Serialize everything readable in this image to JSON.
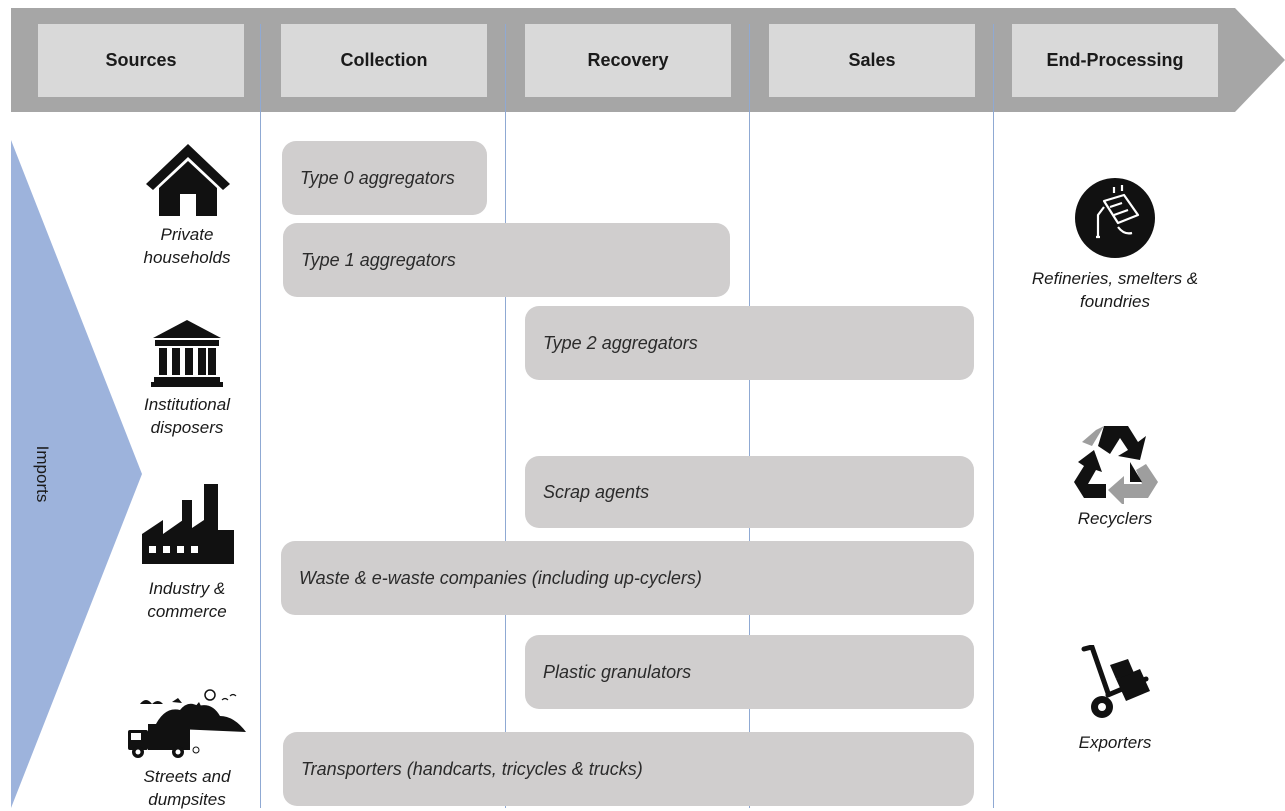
{
  "stages": [
    {
      "label": "Sources"
    },
    {
      "label": "Collection"
    },
    {
      "label": "Recovery"
    },
    {
      "label": "Sales"
    },
    {
      "label": "End-Processing"
    }
  ],
  "imports_label": "Imports",
  "sources": [
    {
      "label": "Private\nhouseholds",
      "icon": "house-icon"
    },
    {
      "label": "Institutional\ndisposers",
      "icon": "institution-icon"
    },
    {
      "label": "Industry &\ncommerce",
      "icon": "factory-icon"
    },
    {
      "label": "Streets and\ndumpsites",
      "icon": "dumpsite-truck-icon"
    }
  ],
  "actors": [
    {
      "label": "Type 0 aggregators"
    },
    {
      "label": "Type 1 aggregators"
    },
    {
      "label": "Type 2 aggregators"
    },
    {
      "label": "Scrap agents"
    },
    {
      "label": "Waste & e-waste companies (including up-cyclers)"
    },
    {
      "label": "Plastic granulators"
    },
    {
      "label": "Transporters (handcarts, tricycles & trucks)"
    }
  ],
  "end_processing": [
    {
      "label": "Refineries, smelters &\nfoundries",
      "icon": "smelter-crucible-icon"
    },
    {
      "label": "Recyclers",
      "icon": "recycle-icon"
    },
    {
      "label": "Exporters",
      "icon": "hand-truck-icon"
    }
  ],
  "colors": {
    "header_band": "#a6a6a6",
    "stage_box": "#d9d9d9",
    "pill": "#d0cece",
    "imports_triangle": "#9db3dc",
    "column_line": "#8fa9d3"
  }
}
